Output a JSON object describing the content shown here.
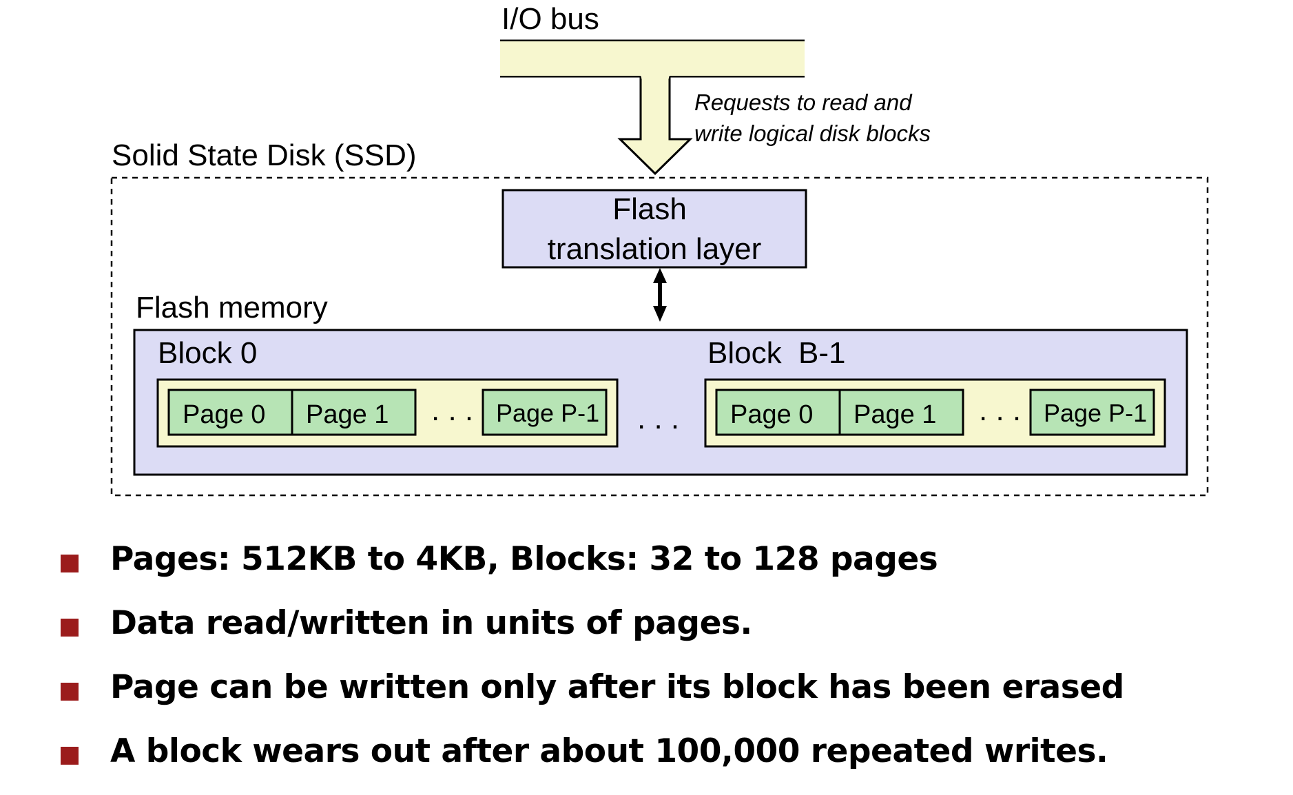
{
  "diagram": {
    "io_bus_label": "I/O bus",
    "request_text_line1": "Requests to read and",
    "request_text_line2": "write logical disk blocks",
    "ssd_label": "Solid State Disk (SSD)",
    "ftl_line1": "Flash",
    "ftl_line2": "translation layer",
    "flash_memory_label": "Flash memory",
    "blocks": [
      {
        "label": "Block 0",
        "pages": [
          "Page 0",
          "Page 1",
          "Page P-1"
        ]
      },
      {
        "label": "Block  B-1",
        "pages": [
          "Page 0",
          "Page 1",
          "Page P-1"
        ]
      }
    ],
    "ellipsis": ". . .",
    "colors": {
      "bus_fill": "#f7f7cf",
      "ftl_fill": "#dcdcf5",
      "flash_fill": "#dcdcf5",
      "block_fill": "#f7f7cf",
      "page_fill": "#b7e4b5",
      "bullet": "#9b1c1c"
    }
  },
  "bullets": [
    "Pages: 512KB to 4KB, Blocks: 32 to 128 pages",
    "Data read/written in units of pages.",
    "Page can be written only after its block has been erased",
    "A block wears out after about 100,000 repeated writes."
  ]
}
